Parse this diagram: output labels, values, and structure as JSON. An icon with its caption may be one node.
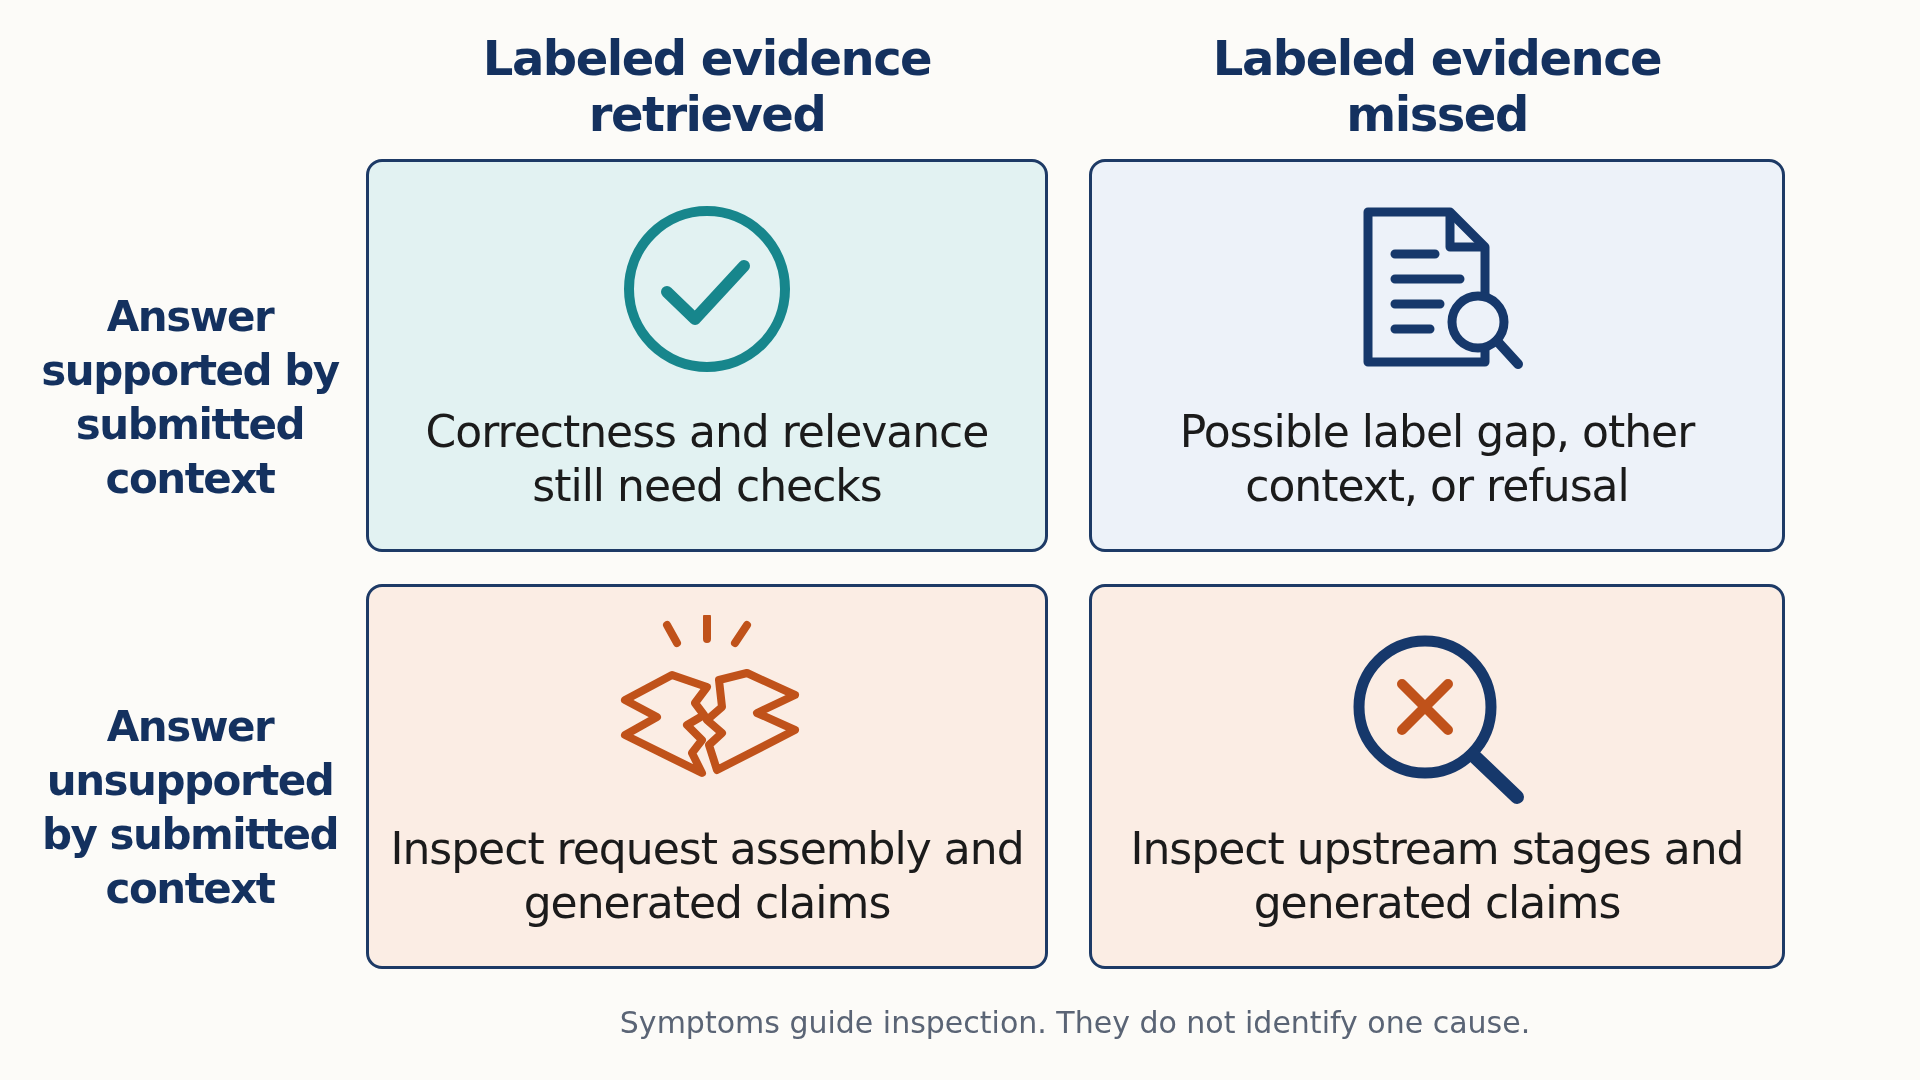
{
  "diagram": {
    "caption": "Symptoms guide inspection. They do not identify one cause.",
    "nodes": [
      {
        "text": [
          "Correctness and relevance still need checks"
        ]
      },
      {
        "text": [
          "Possible label gap, other context, or refusal"
        ]
      },
      {
        "text": [
          "Inspect request assembly and generated claims"
        ]
      },
      {
        "text": [
          "Inspect upstream stages and generated claims"
        ]
      }
    ],
    "edges": [],
    "labels": [
      "Labeled evidence retrieved",
      "Labeled evidence missed",
      "Answer supported by submitted context",
      "Answer unsupported by submitted context"
    ]
  }
}
